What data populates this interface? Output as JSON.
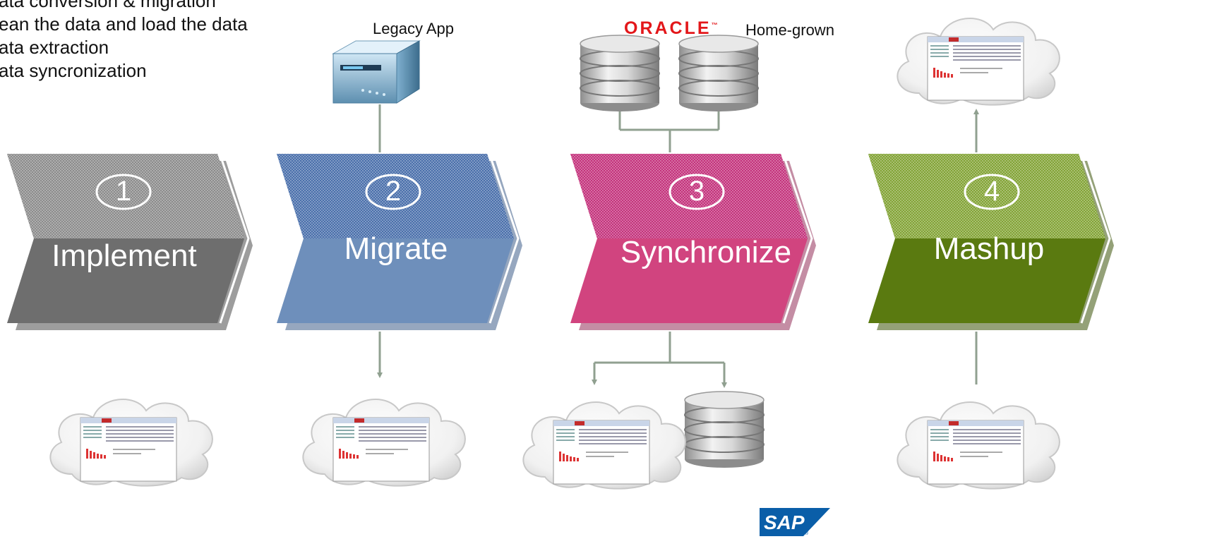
{
  "notes": [
    "ata conversion & migration",
    "ean the data and load the data",
    "ata extraction",
    "ata syncronization"
  ],
  "labels": {
    "legacy_app": "Legacy App",
    "oracle": "ORACLE",
    "home_grown": "Home-grown",
    "sap": "SAP"
  },
  "stages": [
    {
      "number": "1",
      "title": "Implement",
      "color": "#6e6e6e"
    },
    {
      "number": "2",
      "title": "Migrate",
      "color": "#5b7fb0"
    },
    {
      "number": "3",
      "title": "Synchronize",
      "color": "#d1447f"
    },
    {
      "number": "4",
      "title": "Mashup",
      "color": "#5a7a10"
    }
  ],
  "colors": {
    "connector": "#90a090",
    "oracle_red": "#e3171a",
    "sap_blue": "#0a5ea8"
  }
}
